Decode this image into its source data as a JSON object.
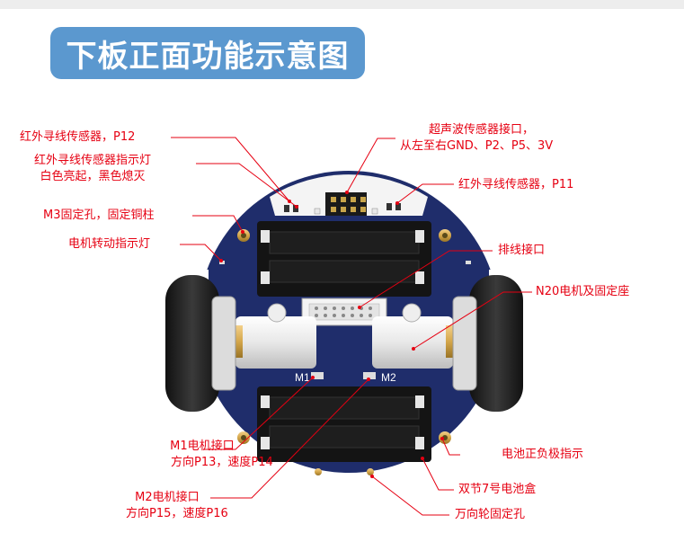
{
  "title": "下板正面功能示意图",
  "colors": {
    "title_bg": "#5b98cf",
    "label": "#e60012",
    "board": "#1f2d6b",
    "wheel": "#2b2b2b",
    "motor": "#f2f2f2",
    "gold": "#d4a64a"
  },
  "labels": {
    "ir_sensor_p12": "红外寻线传感器，P12",
    "ir_indicator_line1": "红外寻线传感器指示灯",
    "ir_indicator_line2": "白色亮起，黑色熄灭",
    "m3_hole": "M3固定孔，固定铜柱",
    "motor_indicator": "电机转动指示灯",
    "ultrasonic_line1": "超声波传感器接口，",
    "ultrasonic_line2": "从左至右GND、P2、P5、3V",
    "ir_sensor_p11": "红外寻线传感器，P11",
    "ribbon": "排线接口",
    "n20_motor": "N20电机及固定座",
    "m1_line1": "M1电机接口",
    "m1_line2": "方向P13，速度P14",
    "battery_polarity": "电池正负极指示",
    "m2_line1": "M2电机接口",
    "m2_line2": "方向P15，速度P16",
    "battery_box": "双节7号电池盒",
    "caster_hole": "万向轮固定孔",
    "board_m1": "M1",
    "board_m2": "M2"
  }
}
